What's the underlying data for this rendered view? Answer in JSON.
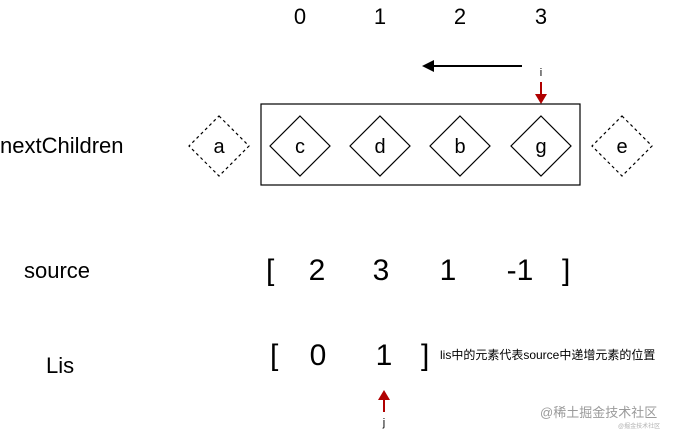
{
  "indices": [
    "0",
    "1",
    "2",
    "3"
  ],
  "pointer_i": "i",
  "pointer_j": "j",
  "next_children": {
    "label": "nextChildren",
    "nodes": [
      {
        "key": "a",
        "style": "dashed"
      },
      {
        "key": "c",
        "style": "solid"
      },
      {
        "key": "d",
        "style": "solid"
      },
      {
        "key": "b",
        "style": "solid"
      },
      {
        "key": "g",
        "style": "solid"
      },
      {
        "key": "e",
        "style": "dashed"
      }
    ]
  },
  "source": {
    "label": "source",
    "open": "[",
    "values": [
      "2",
      "3",
      "1",
      "-1"
    ],
    "close": "]"
  },
  "lis": {
    "label": "Lis",
    "open": "[",
    "values": [
      "0",
      "1"
    ],
    "close": "]",
    "note": "lis中的元素代表source中递增元素的位置"
  },
  "watermark": {
    "main": "@稀土掘金技术社区",
    "sub": "@掘金技术社区"
  },
  "colors": {
    "pointer": "#b00000",
    "stroke": "#000000"
  }
}
